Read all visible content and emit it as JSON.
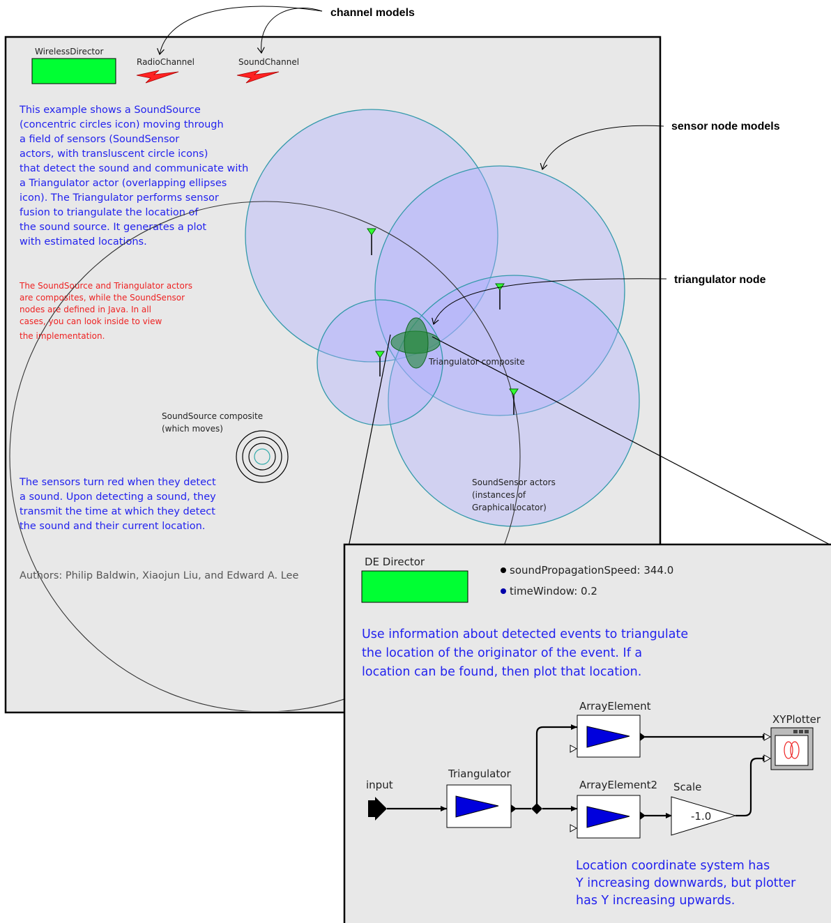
{
  "annotations": {
    "channel_models": "channel models",
    "sensor_node_models": "sensor node models",
    "triangulator_node": "triangulator node"
  },
  "top_model": {
    "director_label": "WirelessDirector",
    "radio_channel": "RadioChannel",
    "sound_channel": "SoundChannel",
    "description": [
      "This example shows a SoundSource",
      "(concentric circles icon) moving through",
      "a field of sensors (SoundSensor",
      "actors, with transluscent circle icons)",
      "that detect the sound and communicate with",
      "a Triangulator actor (overlapping ellipses",
      "icon). The Triangulator performs sensor",
      "fusion to triangulate the location of",
      "the sound source. It generates a plot",
      "with estimated locations."
    ],
    "note_red": [
      "The SoundSource and Triangulator actors",
      "are composites, while the SoundSensor",
      "nodes are defined in Java.  In all",
      "cases, you can look inside to view",
      "the implementation."
    ],
    "sound_source": [
      "SoundSource composite",
      "(which moves)"
    ],
    "sensors_text": [
      "The sensors turn red when they detect",
      "a sound.  Upon detecting a sound, they",
      "transmit the time at which they detect",
      "the sound and their current location."
    ],
    "authors": "Authors: Philip Baldwin, Xiaojun Liu, and Edward A. Lee",
    "triangulator_composite": "Triangulator composite",
    "sensor_actors": [
      "SoundSensor actors",
      "(instances of",
      "GraphicalLocator)"
    ]
  },
  "inner_model": {
    "director_label": "DE Director",
    "params": [
      "soundPropagationSpeed: 344.0",
      "timeWindow: 0.2"
    ],
    "description": [
      "Use information about detected events to triangulate",
      "the location of the originator of the event. If a",
      "location can be found, then plot that location."
    ],
    "input": "input",
    "triangulator": "Triangulator",
    "array_element": "ArrayElement",
    "array_element2": "ArrayElement2",
    "scale": "Scale",
    "scale_value": "-1.0",
    "xyplotter": "XYPlotter",
    "note": [
      "Location coordinate system has",
      "Y increasing downwards, but plotter",
      "has Y increasing upwards."
    ]
  },
  "colors": {
    "director_green": "#00ff33",
    "canvas_gray": "#e8e8e8",
    "sensor_fill": "#aaaaff",
    "sensor_stroke": "#3399aa",
    "actor_blue": "#0000dd"
  },
  "icons": [
    "lightning-icon",
    "antenna-icon",
    "concentric-circles-icon",
    "ellipses-icon",
    "triangle-icon",
    "plotter-icon"
  ]
}
